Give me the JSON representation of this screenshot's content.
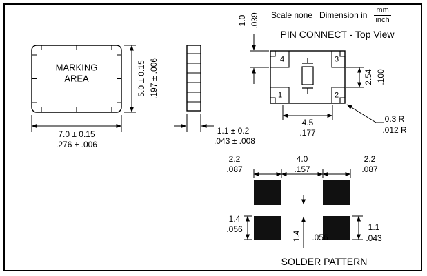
{
  "header": {
    "scale": "Scale none",
    "dimension_in": "Dimension in",
    "unit_mm": "mm",
    "unit_inch": "inch"
  },
  "pin_connect": {
    "title": "PIN CONNECT - Top View",
    "pins": {
      "tl": "4",
      "tr": "3",
      "bl": "1",
      "br": "2"
    },
    "dims": {
      "pad_mm": "1.0",
      "pad_inch": ".039",
      "pitch_v_mm": "2.54",
      "pitch_v_inch": ".100",
      "pitch_h_mm": "4.5",
      "pitch_h_inch": ".177",
      "radius_mm": "0.3 R",
      "radius_inch": ".012 R"
    }
  },
  "front_view": {
    "marking_line1": "MARKING",
    "marking_line2": "AREA",
    "width_mm": "7.0 ± 0.15",
    "width_inch": ".276 ± .006",
    "height_mm": "5.0 ± 0.15",
    "height_inch": ".197 ± .006"
  },
  "side_view": {
    "thickness_mm": "1.1 ± 0.2",
    "thickness_inch": ".043 ± .008"
  },
  "solder_pattern": {
    "title": "SOLDER PATTERN",
    "pad_width_left_mm": "2.2",
    "pad_width_left_inch": ".087",
    "gap_mm": "4.0",
    "gap_inch": ".157",
    "pad_width_right_mm": "2.2",
    "pad_width_right_inch": ".087",
    "pad_height_left_mm": "1.4",
    "pad_height_left_inch": ".056",
    "row_gap_mm": "1.4",
    "row_gap_inch": ".056",
    "pad_height_right_mm": "1.1",
    "pad_height_right_inch": ".043"
  },
  "colors": {
    "line": "#000000",
    "pad_fill": "#111111",
    "background": "#ffffff"
  }
}
